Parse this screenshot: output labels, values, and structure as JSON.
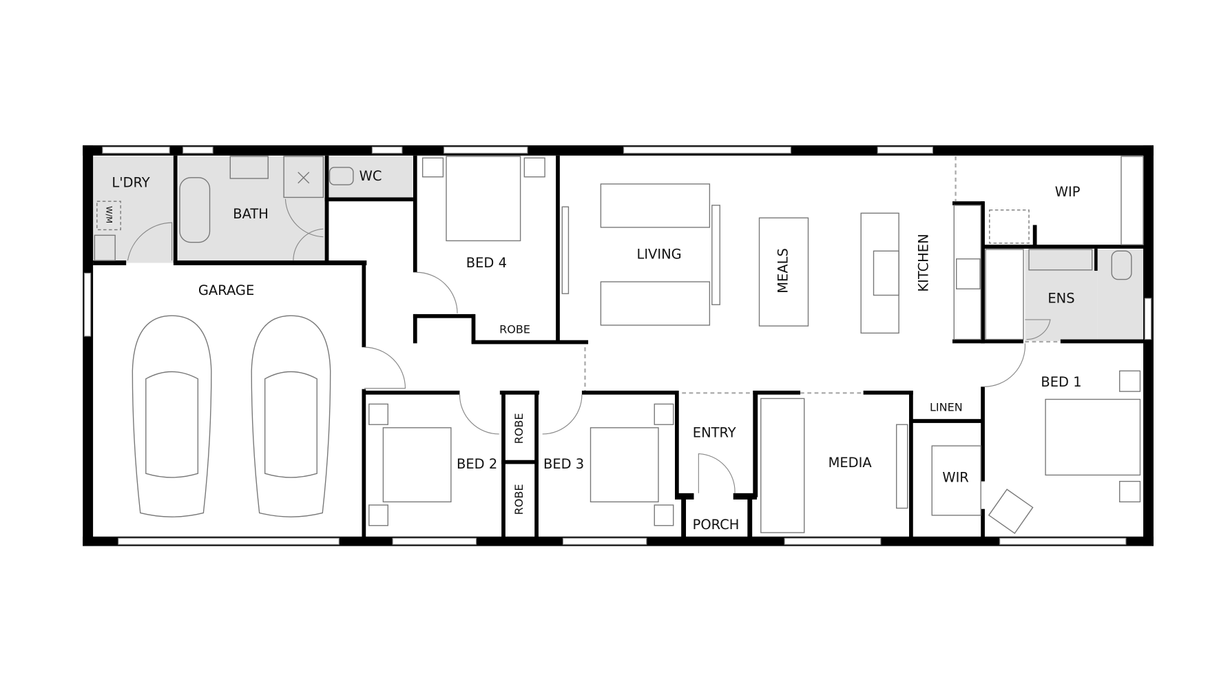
{
  "plan": {
    "rooms": {
      "laundry": "L'DRY",
      "washing_machine": "W/M",
      "bath": "BATH",
      "wc": "WC",
      "bed4": "BED 4",
      "bed4_robe": "ROBE",
      "living": "LIVING",
      "meals": "MEALS",
      "kitchen": "KITCHEN",
      "wip": "WIP",
      "ensuite": "ENS",
      "garage": "GARAGE",
      "bed1": "BED 1",
      "linen": "LINEN",
      "wir": "WIR",
      "media": "MEDIA",
      "entry": "ENTRY",
      "porch": "PORCH",
      "bed2": "BED 2",
      "bed3": "BED 3",
      "robe_upper": "ROBE",
      "robe_lower": "ROBE"
    },
    "colors": {
      "wall": "#000000",
      "wet_area": "#e2e2e2"
    }
  }
}
